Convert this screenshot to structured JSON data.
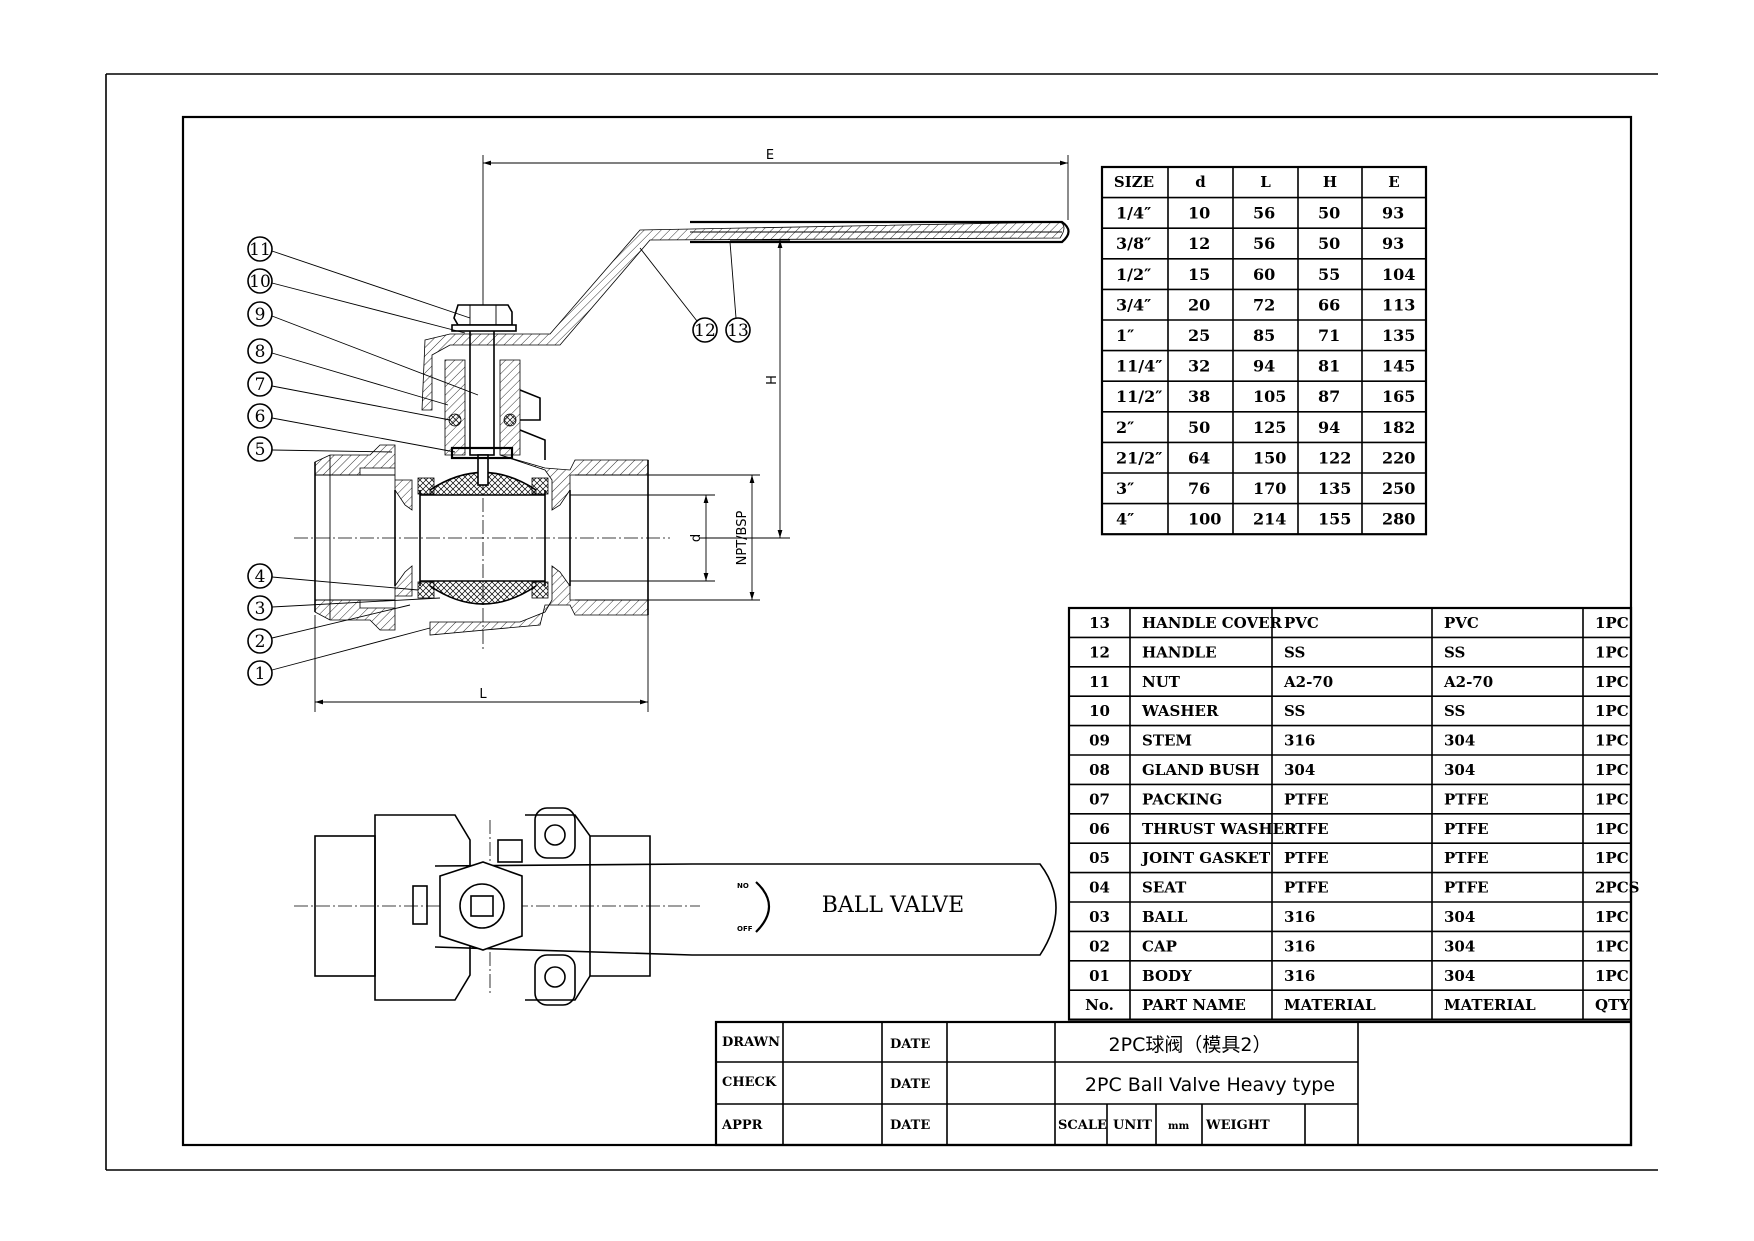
{
  "size_table": {
    "headers": [
      "SIZE",
      "d",
      "L",
      "H",
      "E"
    ],
    "rows": [
      [
        "1/4″",
        "10",
        "56",
        "50",
        "93"
      ],
      [
        "3/8″",
        "12",
        "56",
        "50",
        "93"
      ],
      [
        "1/2″",
        "15",
        "60",
        "55",
        "104"
      ],
      [
        "3/4″",
        "20",
        "72",
        "66",
        "113"
      ],
      [
        "1″",
        "25",
        "85",
        "71",
        "135"
      ],
      [
        "11/4″",
        "32",
        "94",
        "81",
        "145"
      ],
      [
        "11/2″",
        "38",
        "105",
        "87",
        "165"
      ],
      [
        "2″",
        "50",
        "125",
        "94",
        "182"
      ],
      [
        "21/2″",
        "64",
        "150",
        "122",
        "220"
      ],
      [
        "3″",
        "76",
        "170",
        "135",
        "250"
      ],
      [
        "4″",
        "100",
        "214",
        "155",
        "280"
      ]
    ]
  },
  "parts_table": {
    "headers": [
      "No.",
      "PART NAME",
      "MATERIAL",
      "MATERIAL",
      "QTY"
    ],
    "rows": [
      [
        "13",
        "HANDLE COVER",
        "PVC",
        "PVC",
        "1PC"
      ],
      [
        "12",
        "HANDLE",
        "SS",
        "SS",
        "1PC"
      ],
      [
        "11",
        "NUT",
        "A2-70",
        "A2-70",
        "1PC"
      ],
      [
        "10",
        "WASHER",
        "SS",
        "SS",
        "1PC"
      ],
      [
        "09",
        "STEM",
        "316",
        "304",
        "1PC"
      ],
      [
        "08",
        "GLAND BUSH",
        "304",
        "304",
        "1PC"
      ],
      [
        "07",
        "PACKING",
        "PTFE",
        "PTFE",
        "1PC"
      ],
      [
        "06",
        "THRUST WASHER",
        "PTFE",
        "PTFE",
        "1PC"
      ],
      [
        "05",
        "JOINT GASKET",
        "PTFE",
        "PTFE",
        "1PC"
      ],
      [
        "04",
        "SEAT",
        "PTFE",
        "PTFE",
        "2PCS"
      ],
      [
        "03",
        "BALL",
        "316",
        "304",
        "1PC"
      ],
      [
        "02",
        "CAP",
        "316",
        "304",
        "1PC"
      ],
      [
        "01",
        "BODY",
        "316",
        "304",
        "1PC"
      ]
    ]
  },
  "title_block": {
    "drawn": "DRAWN",
    "check": "CHECK",
    "appr": "APPR",
    "date": "DATE",
    "title_cn": "2PC球阀（模具2）",
    "title_en": "2PC Ball Valve Heavy type",
    "scale": "SCALE",
    "unit": "UNIT",
    "unit_value": "mm",
    "weight": "WEIGHT"
  },
  "dimensions": {
    "E": "E",
    "H": "H",
    "L": "L",
    "d": "d",
    "thread": "NPT/BSP"
  },
  "callouts": [
    "11",
    "10",
    "9",
    "8",
    "7",
    "6",
    "5",
    "4",
    "3",
    "2",
    "1",
    "12",
    "13"
  ],
  "top_view": {
    "handle_label": "BALL VALVE",
    "on": "NO",
    "off": "OFF"
  }
}
